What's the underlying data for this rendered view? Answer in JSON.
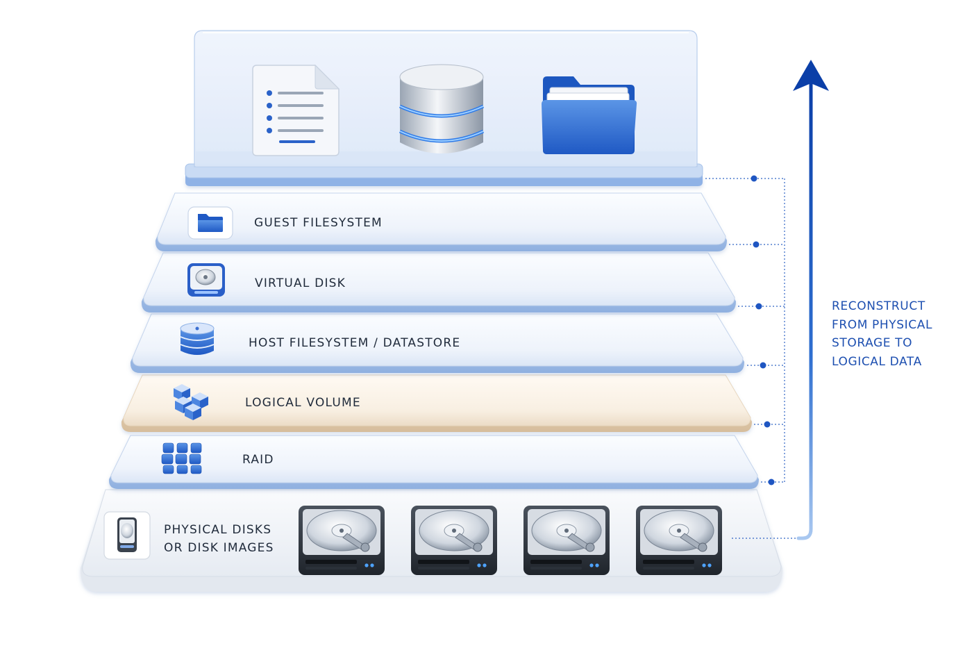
{
  "layers": [
    {
      "label": "GUEST FILESYSTEM",
      "icon": "folder-icon"
    },
    {
      "label": "VIRTUAL DISK",
      "icon": "hard-drive-icon"
    },
    {
      "label": "HOST FILESYSTEM / DATASTORE",
      "icon": "database-icon"
    },
    {
      "label": "LOGICAL VOLUME",
      "icon": "cubes-icon"
    },
    {
      "label": "RAID",
      "icon": "raid-blocks-icon"
    },
    {
      "label": "PHYSICAL DISKS\nOR DISK IMAGES",
      "icon": "hard-drive-icon"
    }
  ],
  "top_tray_icons": [
    "document-icon",
    "database-icon",
    "folder-icon"
  ],
  "physical_disk_icons": [
    "hard-disk-icon",
    "hard-disk-icon",
    "hard-disk-icon",
    "hard-disk-icon"
  ],
  "side_caption": "RECONSTRUCT FROM PHYSICAL STORAGE TO LOGICAL DATA",
  "colors": {
    "accent": "#1d4fb0",
    "arrow_top": "#0b3fa8",
    "arrow_bottom": "#9cc1ee",
    "layer_fill": "#eef3fb",
    "layer_edge": "#a9c1e6",
    "logical_volume_fill": "#f8efe2",
    "text": "#1f2a3a"
  }
}
